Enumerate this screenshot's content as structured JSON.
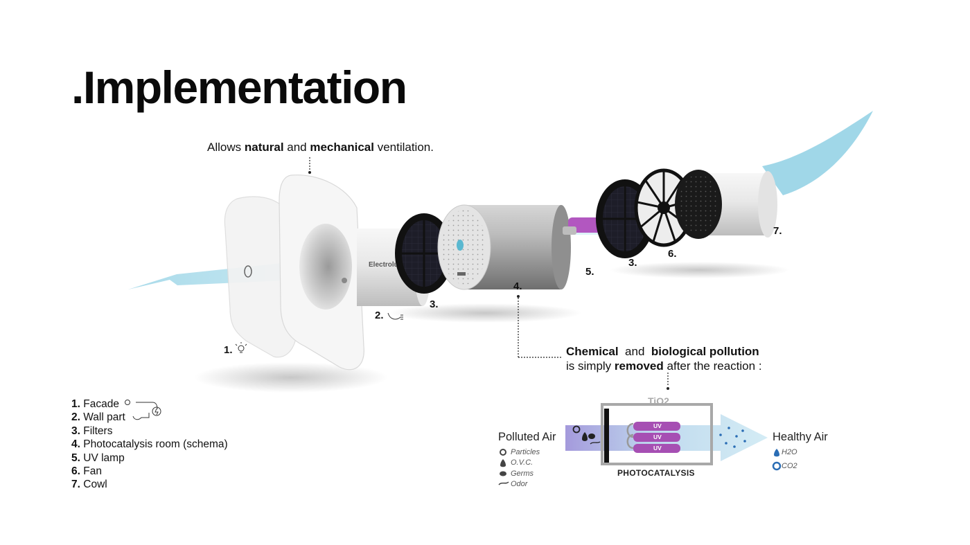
{
  "title": ".Implementation",
  "ventilation_caption": {
    "pre": "Allows ",
    "bold1": "natural",
    "mid": " and ",
    "bold2": "mechanical",
    "post": " ventilation."
  },
  "device_labels": {
    "facade": "1.",
    "wall_part": "2.",
    "filter_front": "3.",
    "filter_back": "3.",
    "room": "4.",
    "uv_lamp": "5.",
    "fan": "6.",
    "cowl": "7."
  },
  "brand": "Electrolux",
  "pollution_caption": {
    "line1_bold1": "Chemical",
    "line1_mid": "and",
    "line1_bold2": "biological pollution",
    "line2_pre": "is simply",
    "line2_bold": "removed",
    "line2_post": "after the reaction :"
  },
  "legend": [
    {
      "num": "1.",
      "label": "Facade"
    },
    {
      "num": "2.",
      "label": "Wall part"
    },
    {
      "num": "3.",
      "label": "Filters"
    },
    {
      "num": "4.",
      "label": "Photocatalysis room (schema)"
    },
    {
      "num": "5.",
      "label": "UV lamp"
    },
    {
      "num": "6.",
      "label": "Fan"
    },
    {
      "num": "7.",
      "label": "Cowl"
    }
  ],
  "schema": {
    "tio2_label": "TiO2",
    "process_label": "PHOTOCATALYSIS",
    "uv_labels": [
      "UV",
      "UV",
      "UV"
    ],
    "input_title": "Polluted Air",
    "input_items": [
      {
        "icon": "particles-icon",
        "label": "Particles"
      },
      {
        "icon": "drop-icon",
        "label": "O.V.C."
      },
      {
        "icon": "germs-icon",
        "label": "Germs"
      },
      {
        "icon": "odor-icon",
        "label": "Odor"
      }
    ],
    "output_title": "Healthy Air",
    "output_items": [
      {
        "icon": "water-drop-icon",
        "label": "H2O"
      },
      {
        "icon": "co2-ring-icon",
        "label": "CO2"
      }
    ]
  },
  "colors": {
    "air_flow": "#8fd0e4",
    "uv_purple": "#a64fb3",
    "polluted_purple": "#9a8fd8",
    "accent_blue": "#2a6db5",
    "tio2_frame": "#a8a8a8"
  }
}
